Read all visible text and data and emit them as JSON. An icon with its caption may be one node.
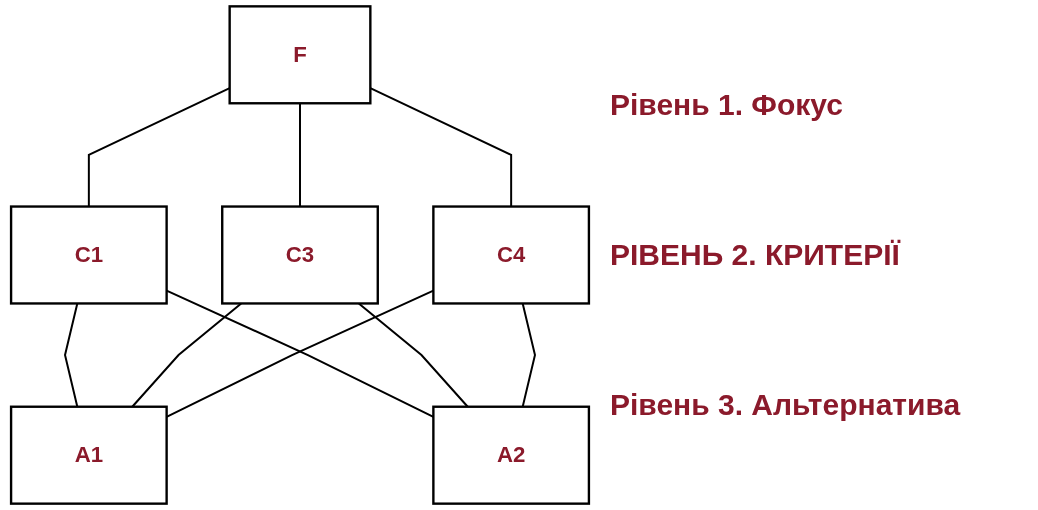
{
  "diagram": {
    "nodes": [
      {
        "text": [
          "F"
        ]
      },
      {
        "text": [
          "C1"
        ]
      },
      {
        "text": [
          "C3"
        ]
      },
      {
        "text": [
          "C4"
        ]
      },
      {
        "text": [
          "A1"
        ]
      },
      {
        "text": [
          "A2"
        ]
      }
    ],
    "edges": [
      {
        "from": 0,
        "to": 1,
        "arrow": "none"
      },
      {
        "from": 0,
        "to": 2,
        "arrow": "none"
      },
      {
        "from": 0,
        "to": 3,
        "arrow": "none"
      },
      {
        "from": 1,
        "to": 4,
        "arrow": "none"
      },
      {
        "from": 1,
        "to": 5,
        "arrow": "none"
      },
      {
        "from": 2,
        "to": 4,
        "arrow": "none"
      },
      {
        "from": 2,
        "to": 5,
        "arrow": "none"
      },
      {
        "from": 3,
        "to": 4,
        "arrow": "none"
      },
      {
        "from": 3,
        "to": 5,
        "arrow": "none"
      }
    ],
    "labels": [
      "Рівень 1. Фокус",
      "РІВЕНЬ 2. КРИТЕРІЇ",
      "Рівень 3. Альтернатива"
    ]
  }
}
